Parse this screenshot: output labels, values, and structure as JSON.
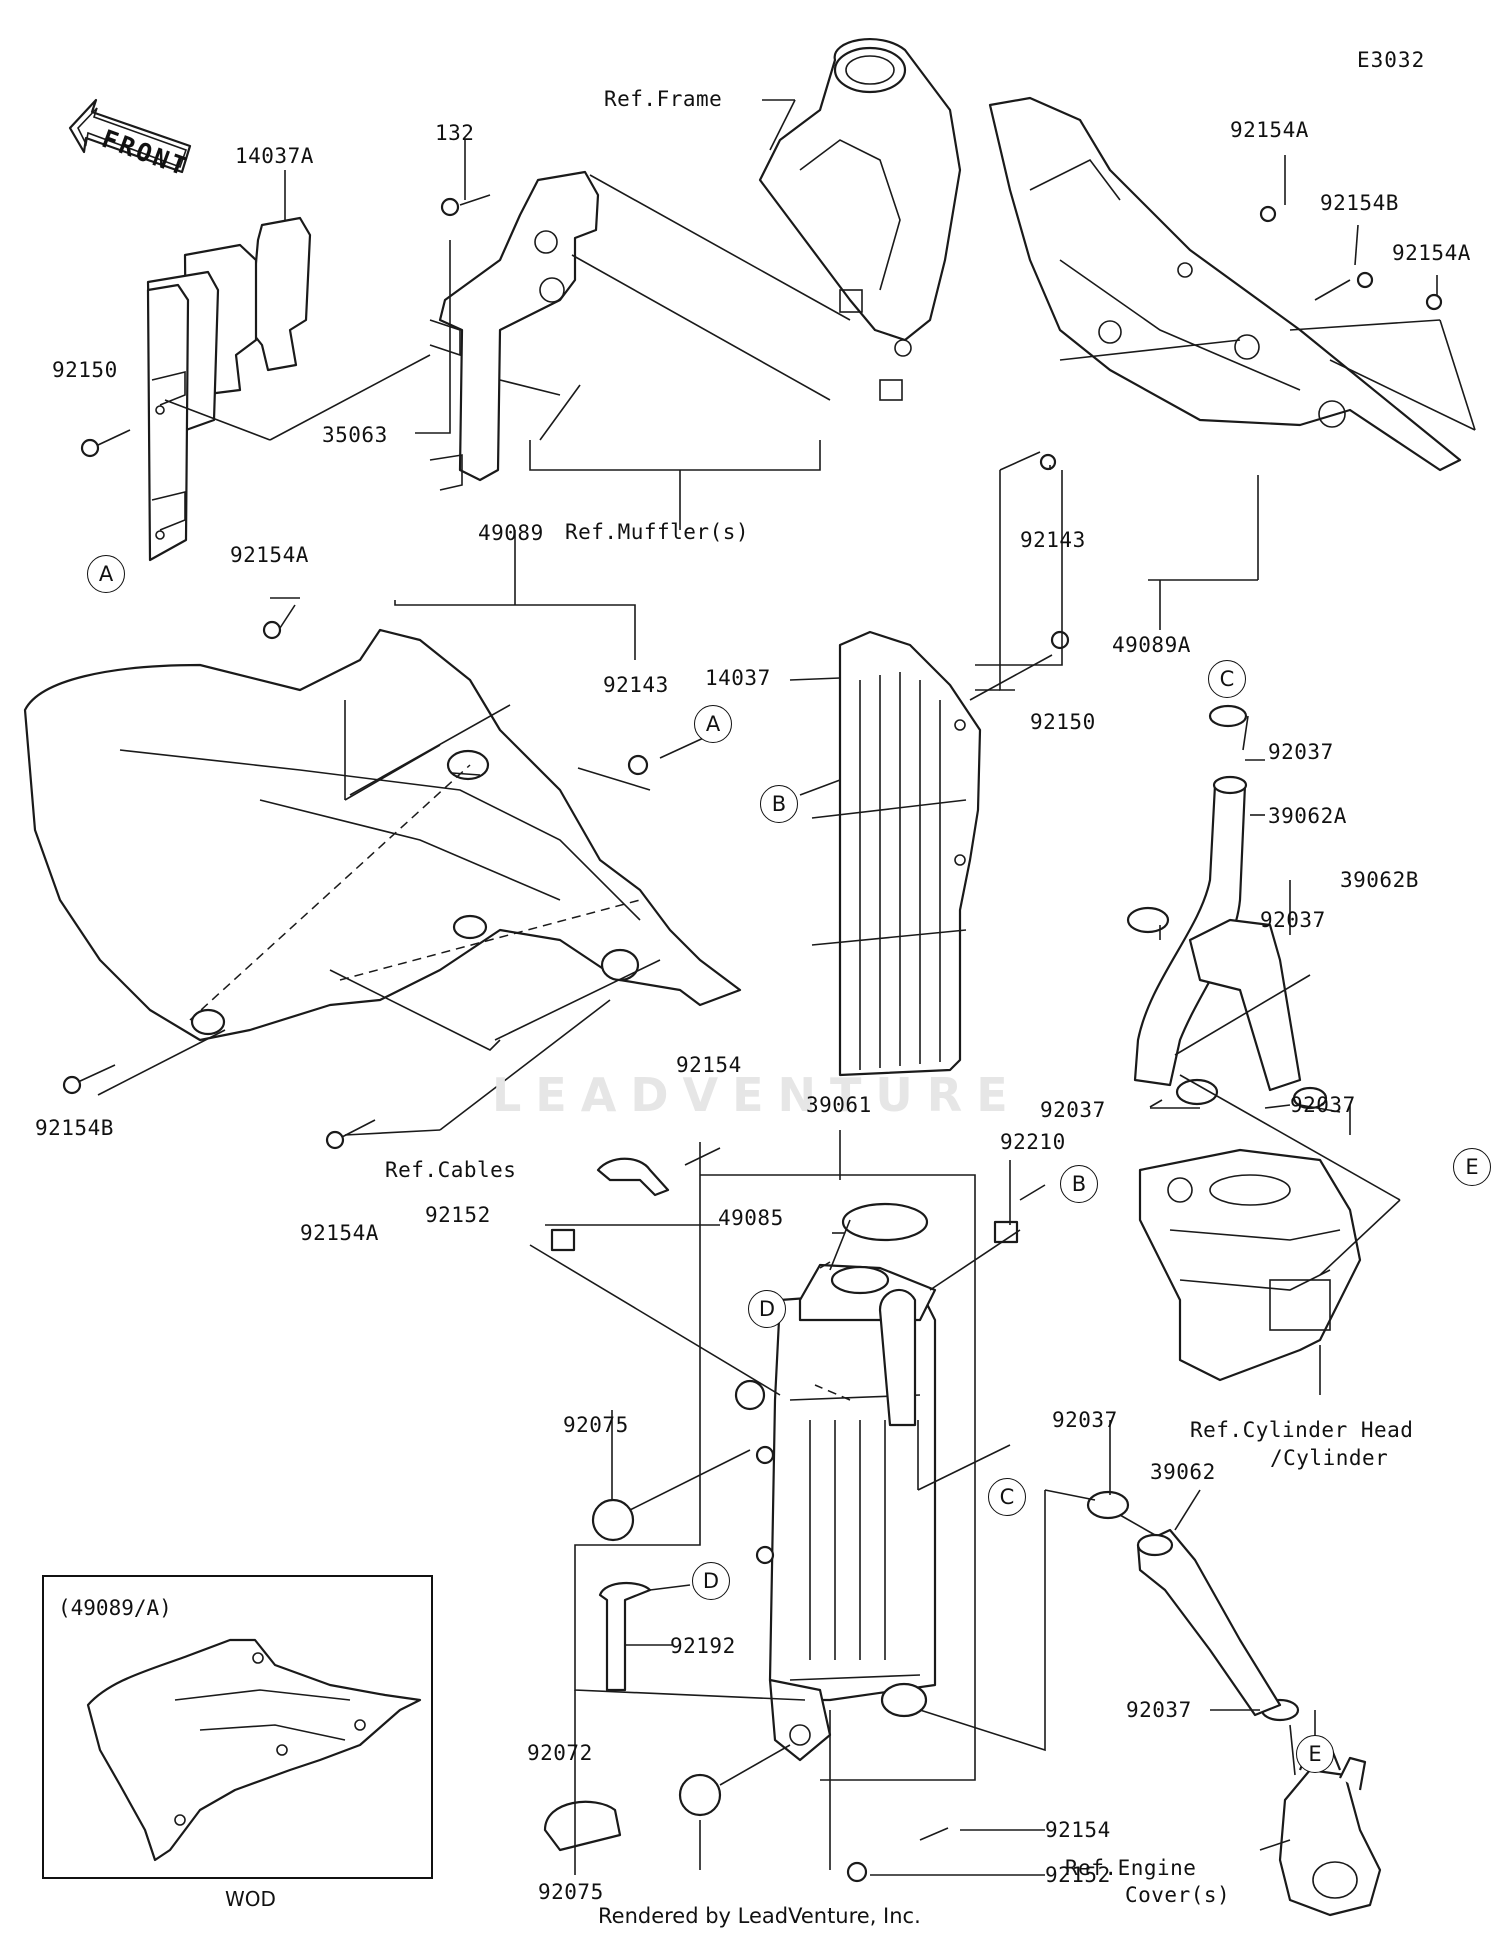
{
  "diagram_code": "E3032",
  "front_label": "FRONT",
  "watermark": "LEADVENTURE",
  "footer": "Rendered by LeadVenture, Inc.",
  "inset": {
    "title": "(49089/A)",
    "caption": "WOD"
  },
  "labels": {
    "ref_frame": "Ref.Frame",
    "ref_mufflers": "Ref.Muffler(s)",
    "ref_cables": "Ref.Cables",
    "ref_cyl_head_1": "Ref.Cylinder Head",
    "ref_cyl_head_2": "/Cylinder",
    "ref_engine_cover_1": "Ref.Engine",
    "ref_engine_cover_2": "Cover(s)",
    "p14037A": "14037A",
    "p132": "132",
    "p92150_l": "92150",
    "p35063": "35063",
    "p49089": "49089",
    "p92154A_l": "92154A",
    "p92143_l": "92143",
    "p92154B_l": "92154B",
    "p92154A_b": "92154A",
    "p92154A_r1": "92154A",
    "p92154B_r": "92154B",
    "p92154A_r2": "92154A",
    "p92143_r": "92143",
    "p49089A": "49089A",
    "p14037": "14037",
    "p92150_r": "92150",
    "p92037_c": "92037",
    "p39062A": "39062A",
    "p39062B": "39062B",
    "p92037_m": "92037",
    "p92037_h": "92037",
    "p92037_e": "92037",
    "p92154_t": "92154",
    "p39061": "39061",
    "p92210": "92210",
    "p92152_t": "92152",
    "p49085": "49085",
    "p92075_t": "92075",
    "p92192": "92192",
    "p92072": "92072",
    "p92075_b": "92075",
    "p92154_b": "92154",
    "p92152_b": "92152",
    "p92037_l": "92037",
    "p39062": "39062",
    "p92037_lb": "92037"
  },
  "callouts": {
    "A1": "A",
    "A2": "A",
    "B1": "B",
    "B2": "B",
    "C1": "C",
    "C2": "C",
    "D1": "D",
    "D2": "D",
    "E1": "E",
    "E2": "E"
  }
}
